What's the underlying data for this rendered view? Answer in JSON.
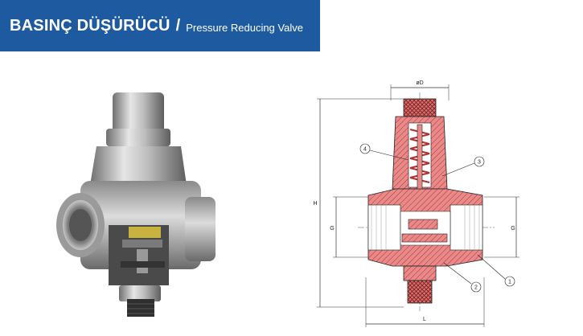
{
  "header": {
    "title_tr": "BASINÇ DÜŞÜRÜCÜ",
    "separator": "/",
    "title_en": "Pressure Reducing Valve",
    "bg_color": "#1d5aa0"
  },
  "drawing": {
    "dim_top": "øD",
    "dim_height": "H",
    "dim_left_g": "G",
    "dim_right_g": "G",
    "dim_length": "L",
    "callouts": [
      "4",
      "3",
      "2",
      "1"
    ]
  }
}
